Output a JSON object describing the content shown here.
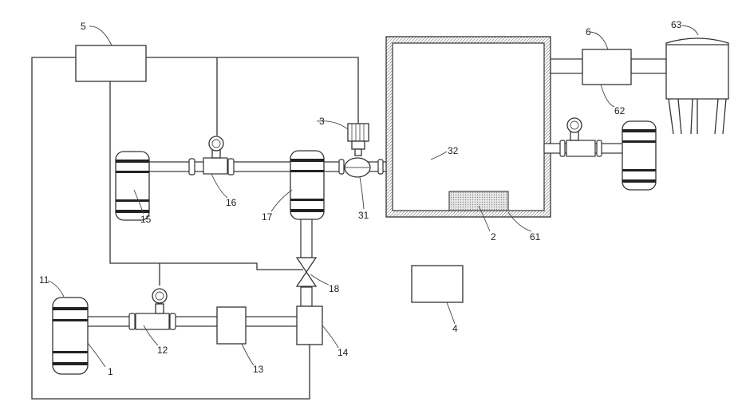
{
  "labels": {
    "n1": "1",
    "n11": "11",
    "n12": "12",
    "n13": "13",
    "n14": "14",
    "n15": "15",
    "n16": "16",
    "n17": "17",
    "n18": "18",
    "n2": "2",
    "n3": "3",
    "n31": "31",
    "n32": "32",
    "n4": "4",
    "n5": "5",
    "n6": "6",
    "n61": "61",
    "n62": "62",
    "n63": "63"
  },
  "colors": {
    "line": "#333333",
    "hatch": "#999999",
    "band": "#222222"
  }
}
